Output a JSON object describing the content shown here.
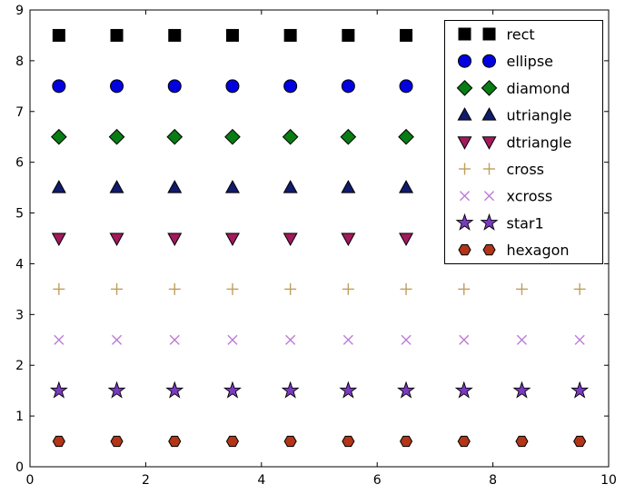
{
  "chart_data": {
    "type": "scatter",
    "title": "",
    "xlabel": "",
    "ylabel": "",
    "xlim": [
      0,
      10
    ],
    "ylim": [
      0,
      9
    ],
    "xticks": [
      0,
      2,
      4,
      6,
      8,
      10
    ],
    "yticks": [
      0,
      1,
      2,
      3,
      4,
      5,
      6,
      7,
      8,
      9
    ],
    "grid": false,
    "background": "#ffffff",
    "axes_color": "#000000",
    "x": [
      0.5,
      1.5,
      2.5,
      3.5,
      4.5,
      5.5,
      6.5,
      7.5,
      8.5,
      9.5
    ],
    "series": [
      {
        "name": "rect",
        "marker": "rect",
        "y": 8.5,
        "color": "#000000"
      },
      {
        "name": "ellipse",
        "marker": "ellipse",
        "y": 7.5,
        "color": "#0000e0"
      },
      {
        "name": "diamond",
        "marker": "diamond",
        "y": 6.5,
        "color": "#077d14"
      },
      {
        "name": "utriangle",
        "marker": "utriangle",
        "y": 5.5,
        "color": "#111b6b"
      },
      {
        "name": "dtriangle",
        "marker": "dtriangle",
        "y": 4.5,
        "color": "#a21a5c"
      },
      {
        "name": "cross",
        "marker": "cross",
        "y": 3.5,
        "color": "#bf9e5e"
      },
      {
        "name": "xcross",
        "marker": "xcross",
        "y": 2.5,
        "color": "#bd7cd6"
      },
      {
        "name": "star1",
        "marker": "star1",
        "y": 1.5,
        "color": "#7a3bc0"
      },
      {
        "name": "hexagon",
        "marker": "hexagon",
        "y": 0.5,
        "color": "#b23517"
      }
    ],
    "legend": {
      "position": "top-right",
      "numpoints": 2,
      "entries": [
        "rect",
        "ellipse",
        "diamond",
        "utriangle",
        "dtriangle",
        "cross",
        "xcross",
        "star1",
        "hexagon"
      ]
    }
  }
}
